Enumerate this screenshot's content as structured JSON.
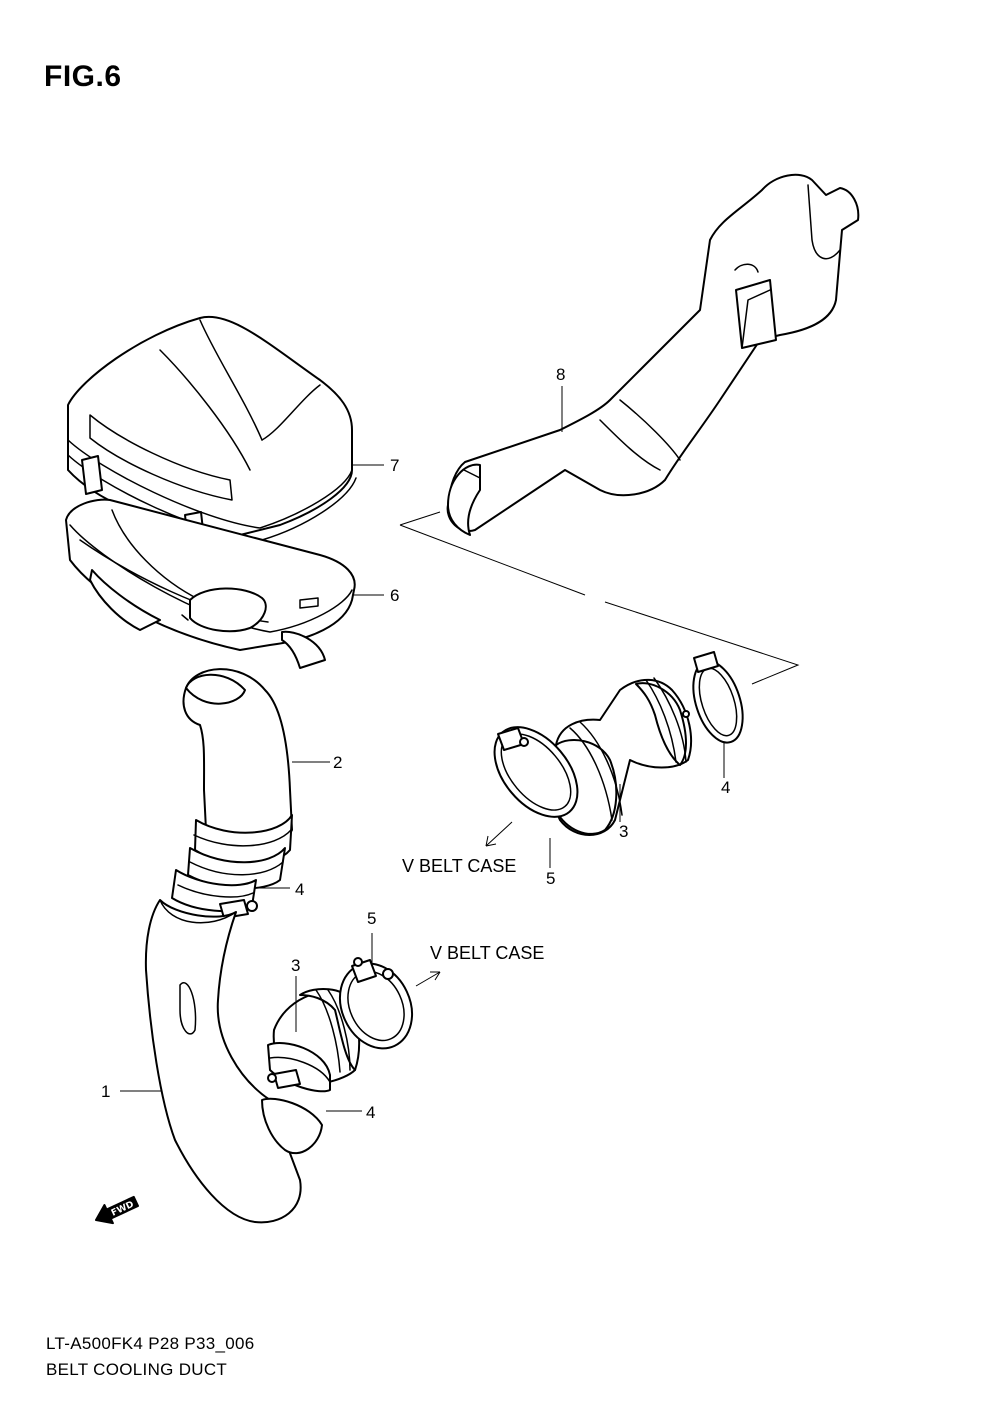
{
  "figure": {
    "title": "FIG.6"
  },
  "callouts": {
    "p1": "1",
    "p2": "2",
    "p3_left": "3",
    "p3_right": "3",
    "p4_upper_left": "4",
    "p4_lower_left": "4",
    "p4_right": "4",
    "p5_left": "5",
    "p5_right": "5",
    "p6": "6",
    "p7": "7",
    "p8": "8"
  },
  "annotations": {
    "v_belt_case_upper": "V BELT CASE",
    "v_belt_case_lower": "V BELT CASE",
    "fwd": "FWD"
  },
  "footer": {
    "code": "LT-A500FK4 P28 P33_006",
    "title": "BELT COOLING DUCT"
  }
}
